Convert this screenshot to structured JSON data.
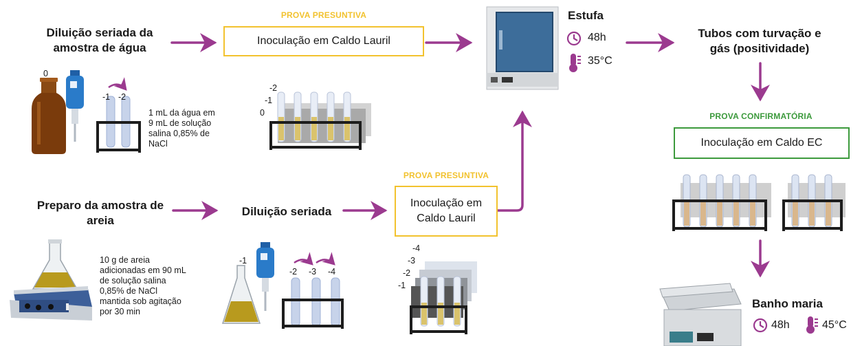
{
  "colors": {
    "arrow": "#9b3a8f",
    "presuntiva": "#f2c22e",
    "confirmatoria": "#3c9a3c"
  },
  "icons": {
    "clock": "clock-icon",
    "thermometer": "thermometer-icon"
  },
  "water": {
    "title_line1": "Diluição seriada da",
    "title_line2": "amostra de água",
    "bottle_label": "0",
    "tube_labels": [
      "-1",
      "-2"
    ],
    "note_lines": [
      "1 mL da água em",
      "9 mL de solução",
      "salina 0,85% de",
      "NaCl"
    ],
    "rack_labels": [
      "-2",
      "-1",
      "0"
    ]
  },
  "presuntiva_top": {
    "tag": "PROVA PRESUNTIVA",
    "box": "Inoculação em Caldo Lauril"
  },
  "estufa": {
    "title": "Estufa",
    "time": "48h",
    "temp": "35°C"
  },
  "positive": {
    "line1": "Tubos com turvação e",
    "line2": "gás (positividade)"
  },
  "confirmatoria": {
    "tag": "PROVA CONFIRMATÓRIA",
    "box": "Inoculação em Caldo EC"
  },
  "sand": {
    "title_line1": "Preparo da amostra de",
    "title_line2": "areia",
    "note_lines": [
      "10 g de areia",
      "adicionadas em 90 mL",
      "de solução salina",
      "0,85% de NaCl",
      "mantida sob agitação",
      "por 30 min"
    ],
    "flask_label": "-1",
    "tube_labels": [
      "-2",
      "-3",
      "-4"
    ],
    "rack_labels": [
      "-4",
      "-3",
      "-2",
      "-1"
    ]
  },
  "dilution": {
    "title": "Diluição seriada"
  },
  "presuntiva_bottom": {
    "tag": "PROVA PRESUNTIVA",
    "box_line1": "Inoculação em",
    "box_line2": "Caldo Lauril"
  },
  "banho": {
    "title": "Banho maria",
    "time": "48h",
    "temp": "45°C"
  }
}
